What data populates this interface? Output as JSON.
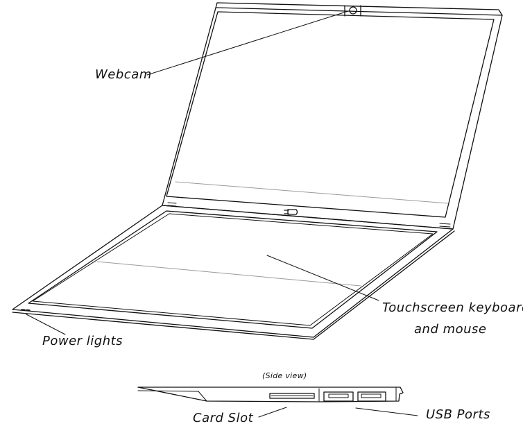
{
  "labels": {
    "webcam": "Webcam",
    "touchscreen_line1": "Touchscreen keyboard",
    "touchscreen_line2": "and mouse",
    "power_lights": "Power lights",
    "side_view": "(Side view)",
    "card_slot": "Card Slot",
    "usb_ports": "USB Ports"
  },
  "colors": {
    "line": "#111111",
    "faint_line": "#9a9a9a",
    "background": "#ffffff"
  }
}
